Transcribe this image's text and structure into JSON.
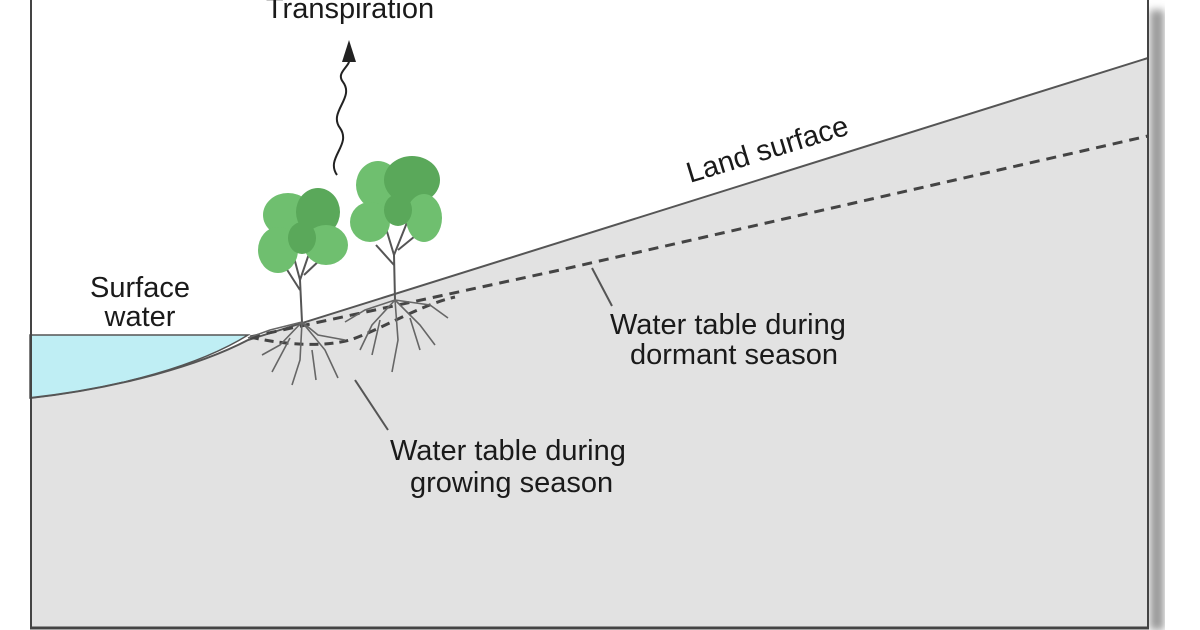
{
  "diagram": {
    "labels": {
      "transpiration": "Transpiration",
      "land_surface": "Land surface",
      "surface_water_line1": "Surface",
      "surface_water_line2": "water",
      "dormant_line1": "Water table during",
      "dormant_line2": "dormant season",
      "growing_line1": "Water table during",
      "growing_line2": "growing season"
    },
    "colors": {
      "ground": "#e2e2e2",
      "water": "#bfeef4",
      "tree_foliage": "#6fbf6f",
      "tree_foliage_dark": "#5aa85a",
      "lines": "#555555",
      "frame": "#444444"
    }
  }
}
